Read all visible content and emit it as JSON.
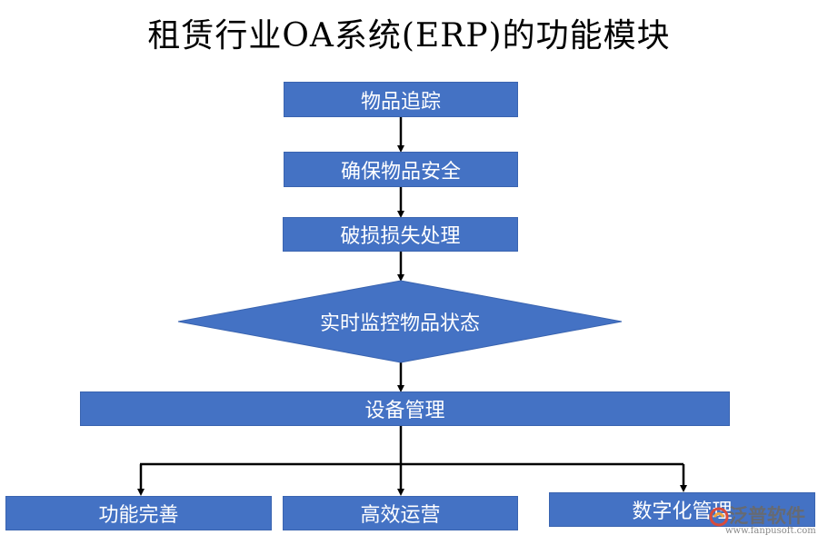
{
  "title": "租赁行业OA系统(ERP)的功能模块",
  "nodes": {
    "n1": "物品追踪",
    "n2": "确保物品安全",
    "n3": "破损损失处理",
    "decision": "实时监控物品状态",
    "main": "设备管理",
    "c1": "功能完善",
    "c2": "高效运营",
    "c3": "数字化管理"
  },
  "watermark": {
    "brand": "泛普软件",
    "url": "www.fanpusoft.com"
  },
  "colors": {
    "box": "#4472c4",
    "line": "#000000",
    "text": "#ffffff"
  }
}
